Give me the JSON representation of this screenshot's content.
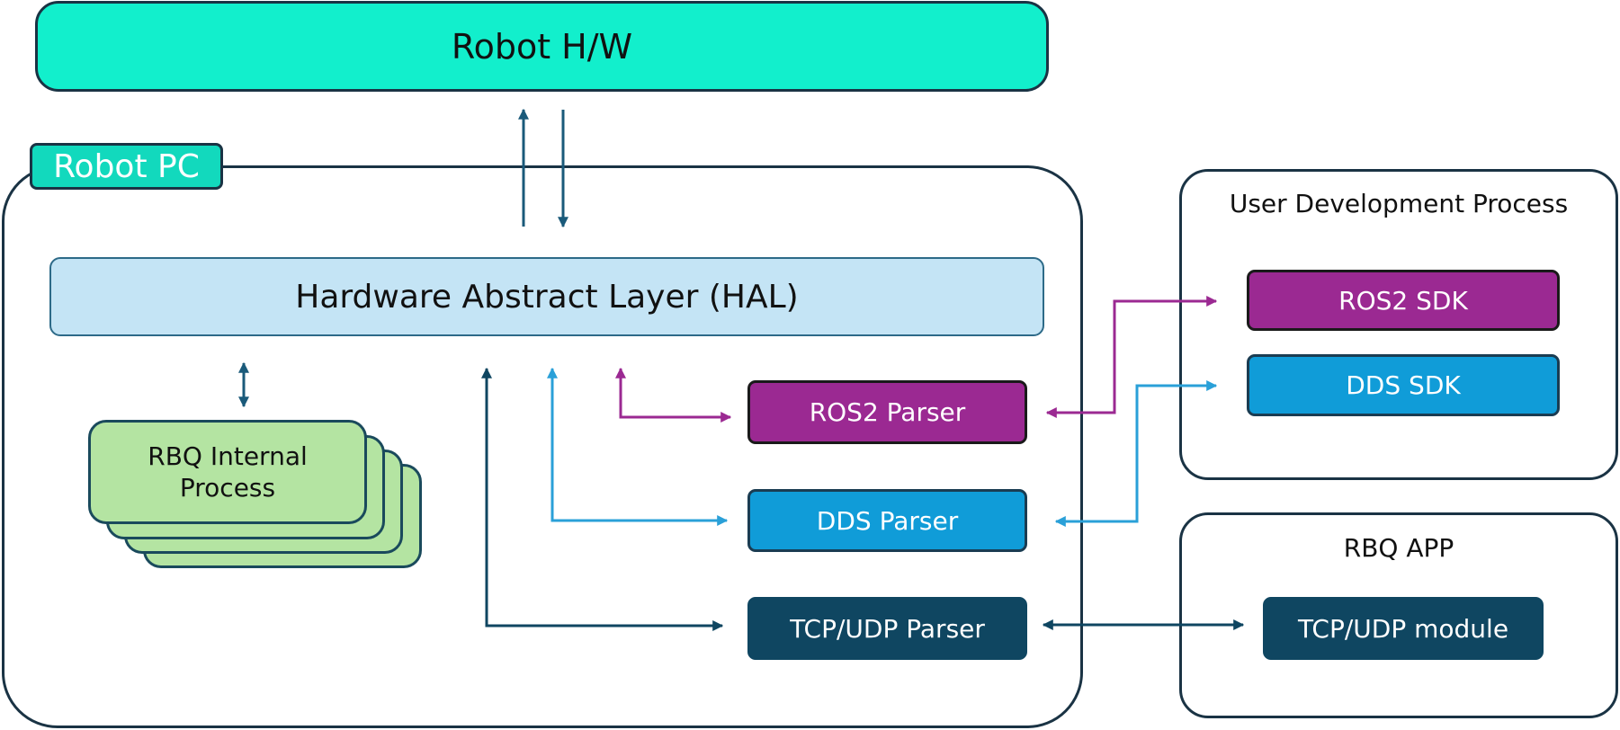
{
  "robot_hw": {
    "label": "Robot H/W"
  },
  "robot_pc": {
    "label": "Robot PC",
    "hal": "Hardware Abstract Layer (HAL)",
    "internal_process": "RBQ Internal Process",
    "parsers": {
      "ros2": "ROS2 Parser",
      "dds": "DDS Parser",
      "tcp_udp": "TCP/UDP Parser"
    }
  },
  "user_dev_process": {
    "title": "User Development Process",
    "ros2_sdk": "ROS2 SDK",
    "dds_sdk": "DDS SDK"
  },
  "rbq_app": {
    "title": "RBQ APP",
    "tcp_udp_module": "TCP/UDP module"
  },
  "colors": {
    "teal": "#12efcc",
    "hal_fill": "#c4e4f5",
    "internal_fill": "#b4e4a2",
    "ros2_purple": "#9b2992",
    "dds_blue": "#109cd8",
    "tcp_navy": "#0f4661",
    "outline": "#1a3344"
  }
}
